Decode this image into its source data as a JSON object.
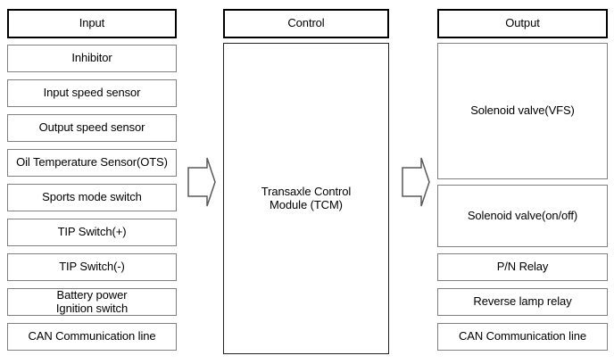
{
  "diagram": {
    "input": {
      "header": "Input",
      "items": [
        "Inhibitor",
        "Input speed sensor",
        "Output speed sensor",
        "Oil Temperature Sensor(OTS)",
        "Sports mode switch",
        "TIP Switch(+)",
        "TIP Switch(-)",
        "Battery power\nIgnition switch",
        "CAN Communication line"
      ]
    },
    "control": {
      "header": "Control",
      "module_label": "Transaxle Control\nModule (TCM)"
    },
    "output": {
      "header": "Output",
      "items": [
        "Solenoid valve(VFS)",
        "Solenoid valve(on/off)",
        "P/N Relay",
        "Reverse lamp relay",
        "CAN Communication line"
      ]
    },
    "icons": {
      "flow_arrow": "right-block-arrow"
    },
    "colors": {
      "background": "#ffffff",
      "box_border": "#7f7f7f",
      "header_border": "#000000",
      "module_border": "#222222",
      "arrow_outline": "#595959",
      "text": "#000000"
    }
  }
}
